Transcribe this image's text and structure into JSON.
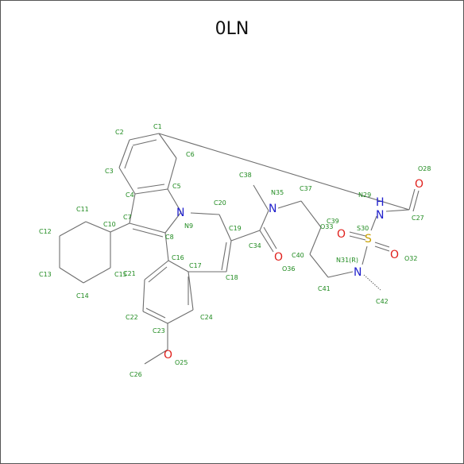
{
  "title": "0LN",
  "colors": {
    "carbon_label": "#1e8a1e",
    "oxygen": "#e0201c",
    "nitrogen": "#2020cc",
    "sulfur": "#c7a000",
    "hydrogen": "#2020cc",
    "bond": "#6e6e6e"
  },
  "atoms": [
    {
      "label": "C1"
    },
    {
      "label": "C2"
    },
    {
      "label": "C3"
    },
    {
      "label": "C4"
    },
    {
      "label": "C5"
    },
    {
      "label": "C6"
    },
    {
      "label": "C7"
    },
    {
      "label": "C8"
    },
    {
      "label": "N9"
    },
    {
      "label": "C10"
    },
    {
      "label": "C11"
    },
    {
      "label": "C12"
    },
    {
      "label": "C13"
    },
    {
      "label": "C14"
    },
    {
      "label": "C15"
    },
    {
      "label": "C16"
    },
    {
      "label": "C17"
    },
    {
      "label": "C18"
    },
    {
      "label": "C19"
    },
    {
      "label": "C20"
    },
    {
      "label": "C21"
    },
    {
      "label": "C22"
    },
    {
      "label": "C23"
    },
    {
      "label": "C24"
    },
    {
      "label": "O25"
    },
    {
      "label": "C26"
    },
    {
      "label": "C27"
    },
    {
      "label": "O28"
    },
    {
      "label": "N29"
    },
    {
      "label": "S30"
    },
    {
      "label": "N31(R)"
    },
    {
      "label": "O32"
    },
    {
      "label": "O33"
    },
    {
      "label": "C34"
    },
    {
      "label": "N35"
    },
    {
      "label": "O36"
    },
    {
      "label": "C37"
    },
    {
      "label": "C38"
    },
    {
      "label": "C39"
    },
    {
      "label": "C40"
    },
    {
      "label": "C41"
    },
    {
      "label": "C42"
    }
  ],
  "hetero_symbols": {
    "n9": "N",
    "n35": "N",
    "n29": "N",
    "h29": "H",
    "n31": "N",
    "s30": "S",
    "o25": "O",
    "o28": "O",
    "o32": "O",
    "o33": "O",
    "o36": "O"
  }
}
